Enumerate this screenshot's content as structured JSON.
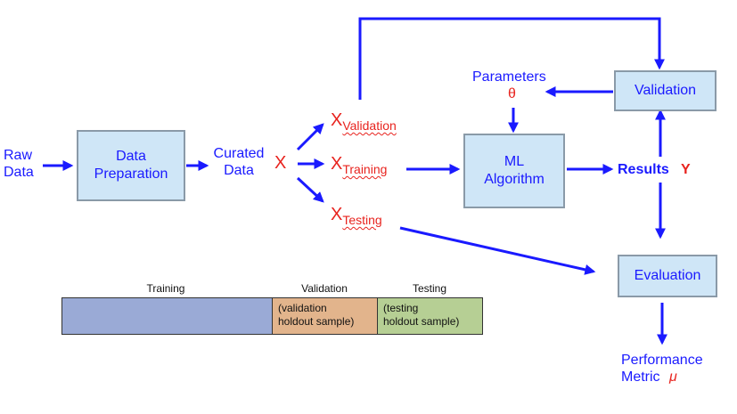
{
  "colors": {
    "arrow": "#1a1aff",
    "box_fill": "#cfe6f7",
    "box_border": "#8a9aa8",
    "accent": "#e8231e",
    "training": "#9aaad6",
    "validation": "#e2b48c",
    "testing": "#b6cf94"
  },
  "labels": {
    "raw_data": [
      "Raw",
      "Data"
    ],
    "curated_data": [
      "Curated",
      "Data"
    ],
    "x_symbol": "X",
    "parameters": "Parameters",
    "theta": "θ",
    "results": "Results",
    "y_symbol": "Y",
    "performance_metric": [
      "Performance",
      "Metric"
    ],
    "mu": "μ"
  },
  "boxes": {
    "data_preparation": [
      "Data",
      "Preparation"
    ],
    "ml_algorithm": [
      "ML",
      "Algorithm"
    ],
    "validation": "Validation",
    "evaluation": "Evaluation"
  },
  "splits": {
    "validation": {
      "base": "X",
      "sub": "Validation"
    },
    "training": {
      "base": "X",
      "sub": "Training"
    },
    "testing": {
      "base": "X",
      "sub": "Testing"
    }
  },
  "split_bar": {
    "segments": [
      {
        "title": "Training",
        "text": []
      },
      {
        "title": "Validation",
        "text": [
          "(validation",
          "holdout sample)"
        ]
      },
      {
        "title": "Testing",
        "text": [
          "(testing",
          "holdout sample)"
        ]
      }
    ]
  }
}
